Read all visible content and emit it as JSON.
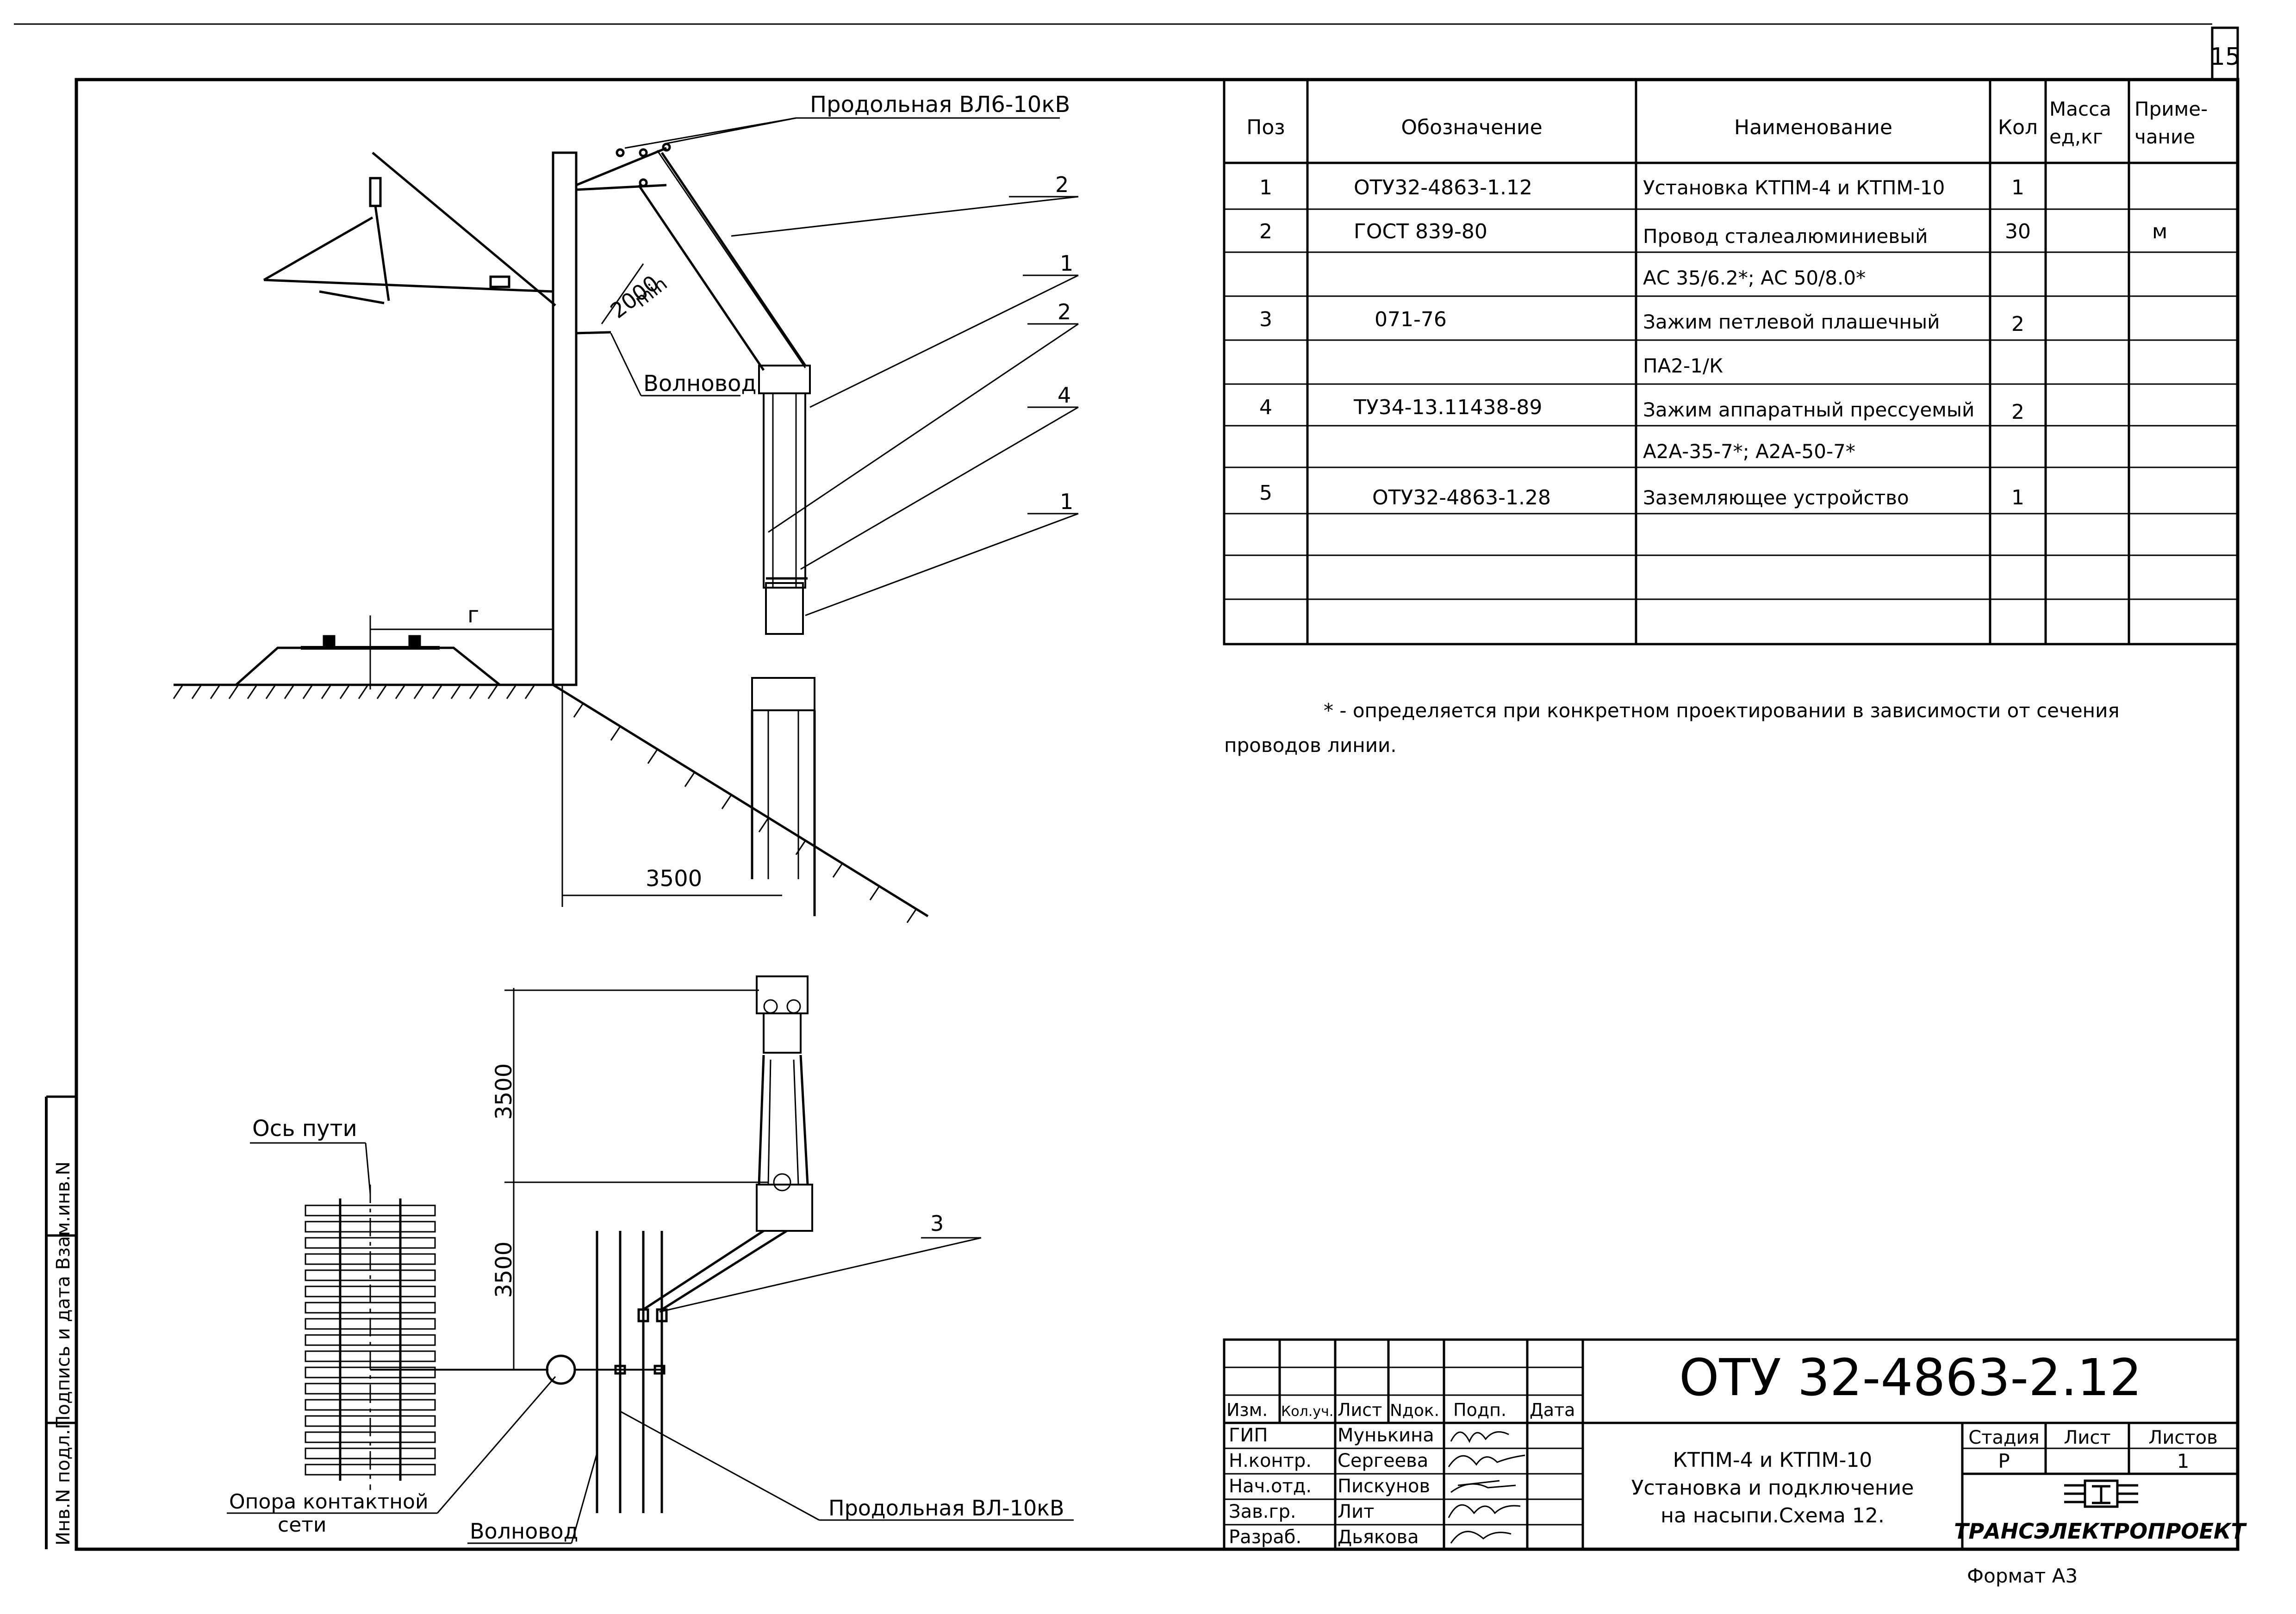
{
  "page": {
    "sheet_number": "15",
    "format": "Формат А3"
  },
  "drawing": {
    "labels": {
      "vl_top": "Продольная ВЛ6-10кВ",
      "vl_bottom": "Продольная ВЛ-10кВ",
      "waveguide": "Волновод",
      "waveguide_plan": "Волновод",
      "track_axis": "Ось пути",
      "support": "Опора контактной",
      "support2": "сети",
      "dim_2000": "2000",
      "dim_min": "min",
      "dim_r": "г",
      "dim_3500_h": "3500",
      "dim_3500_v1": "3500",
      "dim_3500_v2": "3500",
      "callout_2a": "2",
      "callout_1a": "1",
      "callout_2b": "2",
      "callout_4": "4",
      "callout_1b": "1",
      "callout_3": "3"
    }
  },
  "spec_table": {
    "headers": {
      "pos": "Поз",
      "designation": "Обозначение",
      "name": "Наименование",
      "qty": "Кол",
      "mass1": "Масса",
      "mass2": "ед,кг",
      "note1": "Приме-",
      "note2": "чание"
    },
    "rows": [
      {
        "pos": "1",
        "designation": "ОТУ32-4863-1.12",
        "name": "Установка КТПМ-4 и КТПМ-10",
        "qty": "1",
        "mass": "",
        "note": ""
      },
      {
        "pos": "2",
        "designation": "ГОСТ 839-80",
        "name": "Провод сталеалюминиевый",
        "qty": "30",
        "mass": "",
        "note": "м"
      },
      {
        "pos": "",
        "designation": "",
        "name": "АС 35/6.2*; АС 50/8.0*",
        "qty": "",
        "mass": "",
        "note": ""
      },
      {
        "pos": "3",
        "designation": "071-76",
        "name": "Зажим петлевой плашечный",
        "qty": "2",
        "mass": "",
        "note": ""
      },
      {
        "pos": "",
        "designation": "",
        "name": "ПА2-1/К",
        "qty": "",
        "mass": "",
        "note": ""
      },
      {
        "pos": "4",
        "designation": "ТУ34-13.11438-89",
        "name": "Зажим аппаратный прессуемый",
        "qty": "2",
        "mass": "",
        "note": ""
      },
      {
        "pos": "",
        "designation": "",
        "name": "А2А-35-7*; А2А-50-7*",
        "qty": "",
        "mass": "",
        "note": ""
      },
      {
        "pos": "5",
        "designation": "ОТУ32-4863-1.28",
        "name": "Заземляющее устройство",
        "qty": "1",
        "mass": "",
        "note": ""
      },
      {
        "pos": "",
        "designation": "",
        "name": "",
        "qty": "",
        "mass": "",
        "note": ""
      },
      {
        "pos": "",
        "designation": "",
        "name": "",
        "qty": "",
        "mass": "",
        "note": ""
      },
      {
        "pos": "",
        "designation": "",
        "name": "",
        "qty": "",
        "mass": "",
        "note": ""
      }
    ]
  },
  "footnote": {
    "line1": "* - определяется при конкретном проектировании в зависимости от сечения",
    "line2": "проводов линии."
  },
  "title_block": {
    "code": "ОТУ 32-4863-2.12",
    "title1": "КТПМ-4 и КТПМ-10",
    "title2": "Установка и подключение",
    "title3": "на насыпи.Схема 12.",
    "stage_label": "Стадия",
    "sheet_label": "Лист",
    "sheets_label": "Листов",
    "stage": "Р",
    "sheet": "",
    "sheets": "1",
    "company": "ТРАНСЭЛЕКТРОПРОЕКТ",
    "col_headers": [
      "Изм.",
      "Кол.уч.",
      "Лист",
      "Nдок.",
      "Подп.",
      "Дата"
    ],
    "signers": [
      {
        "role": "ГИП",
        "name": "Мунькина"
      },
      {
        "role": "Н.контр.",
        "name": "Сергеева"
      },
      {
        "role": "Нач.отд.",
        "name": "Пискунов"
      },
      {
        "role": "Зав.гр.",
        "name": "Лит"
      },
      {
        "role": "Разраб.",
        "name": "Дьякова"
      }
    ]
  },
  "side_stamp": {
    "text": "Инв.N подл.Подпись и дата Взам.инв.N"
  }
}
